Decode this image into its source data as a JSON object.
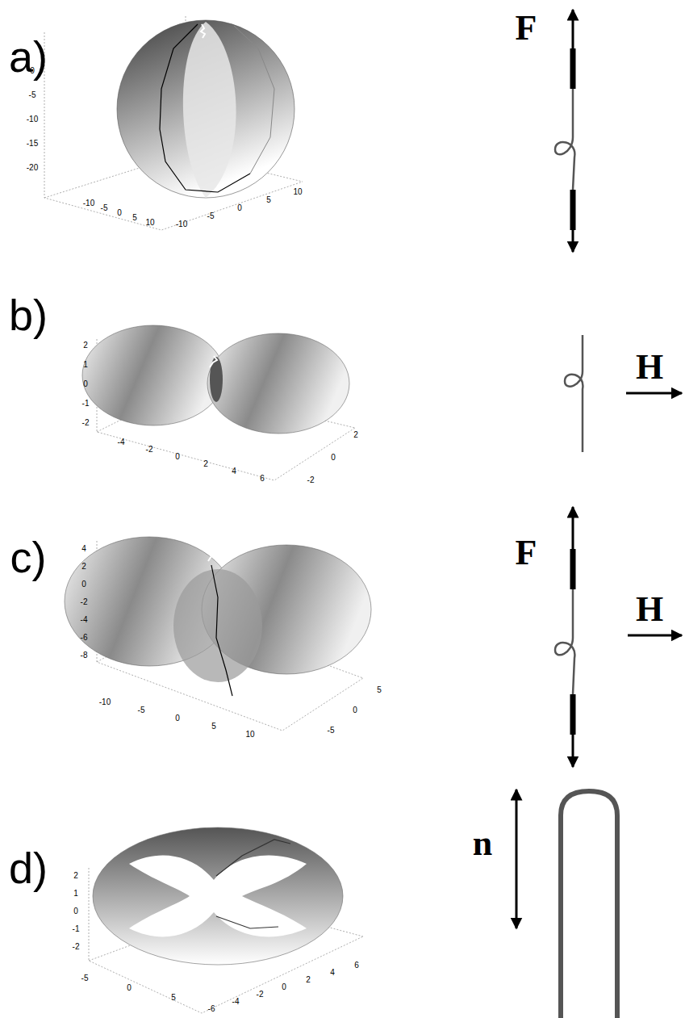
{
  "diagram": {
    "labels": [
      "a)",
      "0",
      "-5",
      "-10",
      "-15",
      "-20",
      "-10",
      "-5",
      "0",
      "5",
      "10",
      "-10",
      "-5",
      "0",
      "5",
      "10",
      "F",
      "b)",
      "2",
      "1",
      "0",
      "-1",
      "-2",
      "-4",
      "-2",
      "0",
      "2",
      "4",
      "6",
      "-2",
      "0",
      "2",
      "H",
      "c)",
      "4",
      "2",
      "0",
      "-2",
      "-4",
      "-6",
      "-8",
      "-10",
      "-5",
      "0",
      "5",
      "10",
      "-5",
      "0",
      "5",
      "F",
      "H",
      "d)",
      "2",
      "1",
      "0",
      "-1",
      "-2",
      "-5",
      "0",
      "5",
      "-6",
      "-4",
      "-2",
      "0",
      "2",
      "4",
      "6",
      "n"
    ]
  }
}
